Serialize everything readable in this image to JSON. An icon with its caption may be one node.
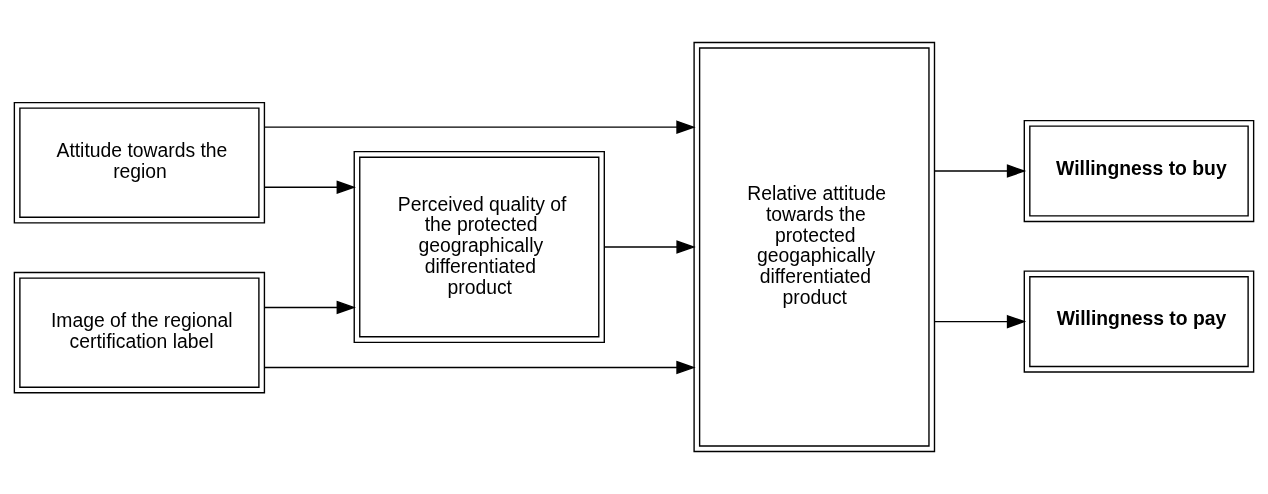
{
  "diagram": {
    "nodes": [
      {
        "text": [
          "Attitude towards the region"
        ]
      },
      {
        "text": [
          "Perceived quality of the protected geographically differentiated product"
        ]
      },
      {
        "text": [
          "Image of the regional certification label"
        ]
      },
      {
        "text": [
          "Relative attitude towards the protected geogaphically differentiated product"
        ]
      },
      {
        "text": [
          "Willingness to buy"
        ]
      },
      {
        "text": [
          "Willingness to pay"
        ]
      }
    ],
    "edges": [
      {
        "from": 0,
        "to": 3,
        "arrow": "to"
      },
      {
        "from": 0,
        "to": 1,
        "arrow": "to"
      },
      {
        "from": 2,
        "to": 1,
        "arrow": "to"
      },
      {
        "from": 1,
        "to": 3,
        "arrow": "to"
      },
      {
        "from": 2,
        "to": 3,
        "arrow": "to"
      },
      {
        "from": 3,
        "to": 4,
        "arrow": "to"
      },
      {
        "from": 3,
        "to": 5,
        "arrow": "to"
      }
    ]
  }
}
